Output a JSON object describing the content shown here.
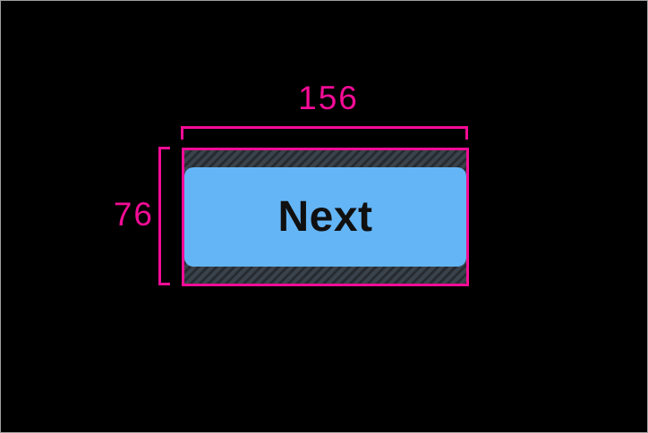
{
  "canvas": {
    "background": "#000000",
    "frame_border": "#9E9E9E"
  },
  "measurement": {
    "width_label": "156",
    "height_label": "76",
    "annotation_color": "#F50C96"
  },
  "padding_overlay": {
    "fill": "#3A424B",
    "stripe": "#262B31"
  },
  "button": {
    "label": "Next",
    "fill": "#64B5F6",
    "text_color": "#101010"
  }
}
